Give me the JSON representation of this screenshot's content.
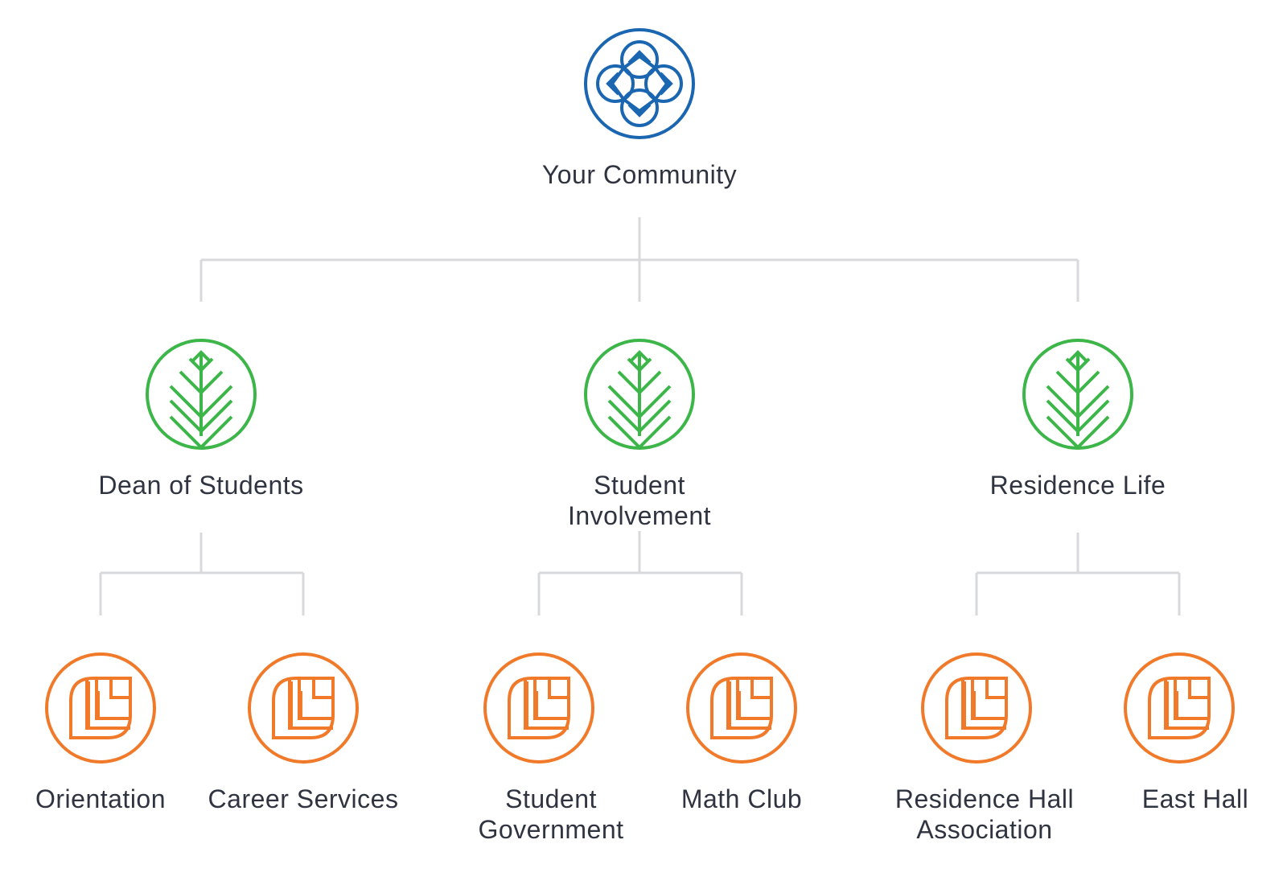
{
  "colors": {
    "root": "#1b66b1",
    "level1": "#3db649",
    "level2": "#f07a2a",
    "connector": "#d7d9db",
    "text": "#2f3440"
  },
  "root": {
    "name": "Your Community",
    "icon": "community-knot-icon"
  },
  "level1": [
    {
      "name": "Dean of Students",
      "icon": "leaf-branch-icon",
      "children": [
        {
          "name": "Orientation",
          "icon": "layered-leaf-icon"
        },
        {
          "name": "Career Services",
          "icon": "layered-leaf-icon"
        }
      ]
    },
    {
      "name": "Student Involvement",
      "icon": "leaf-branch-icon",
      "children": [
        {
          "name": "Student Government",
          "icon": "layered-leaf-icon"
        },
        {
          "name": "Math Club",
          "icon": "layered-leaf-icon"
        }
      ]
    },
    {
      "name": "Residence Life",
      "icon": "leaf-branch-icon",
      "children": [
        {
          "name": "Residence Hall Association",
          "icon": "layered-leaf-icon"
        },
        {
          "name": "East Hall",
          "icon": "layered-leaf-icon"
        }
      ]
    }
  ]
}
